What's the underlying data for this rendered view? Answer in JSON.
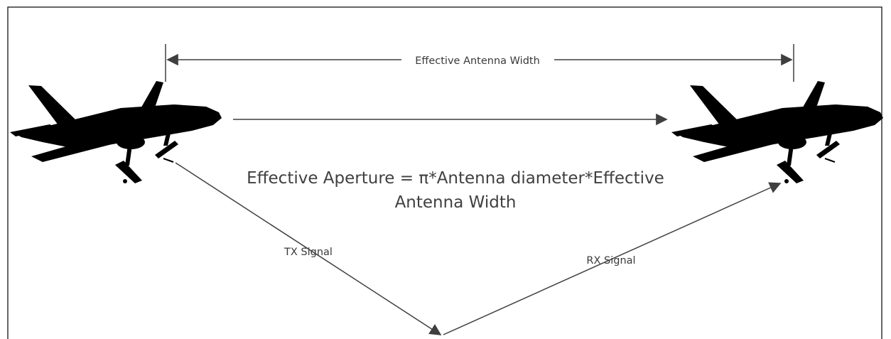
{
  "labels": {
    "antenna_width": "Effective Antenna Width",
    "formula_line1": "Effective Aperture = π*Antenna diameter*Effective",
    "formula_line2": "Antenna Width",
    "tx_signal": "TX Signal",
    "rx_signal": "RX Signal"
  },
  "icons": {
    "aircraft": "airplane-icon"
  },
  "colors": {
    "line": "#3f3f3f",
    "aircraft": "#000000",
    "text": "#404040",
    "frame": "#000000"
  }
}
